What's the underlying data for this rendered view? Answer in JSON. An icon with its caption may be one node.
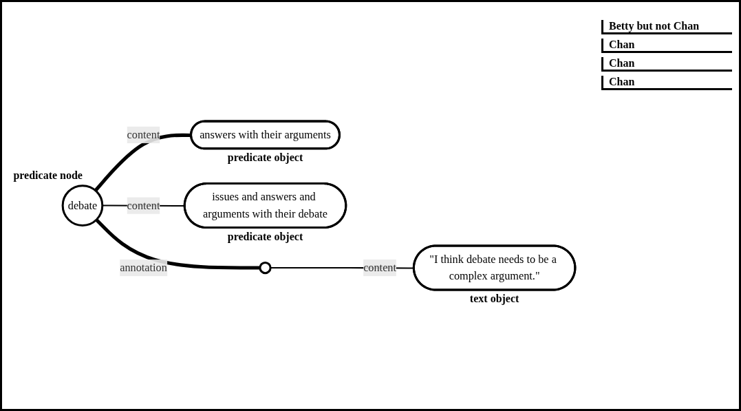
{
  "diagram": {
    "nodes": [
      {
        "text": [
          "debate"
        ],
        "beside": [
          "predicate node"
        ]
      },
      {
        "text": [
          "answers with their arguments"
        ],
        "beside": [
          "predicate object"
        ]
      },
      {
        "text": [
          "issues and answers and arguments with their debate"
        ],
        "beside": [
          "predicate object"
        ]
      },
      {
        "text": [],
        "shape": "circle"
      },
      {
        "text": [
          "\"I think debate needs to be a complex argument.\""
        ],
        "beside": [
          "text object"
        ]
      }
    ],
    "edges": [
      {
        "from": 0,
        "to": 1,
        "arrow": "none",
        "label": "content",
        "style": "thick"
      },
      {
        "from": 0,
        "to": 2,
        "arrow": "none",
        "label": "content"
      },
      {
        "from": 0,
        "to": 3,
        "arrow": "none",
        "label": "annotation",
        "style": "thick"
      },
      {
        "from": 3,
        "to": 4,
        "arrow": "none",
        "label": "content"
      }
    ],
    "labels": [
      "Betty but not Chan",
      "Chan",
      "Chan",
      "Chan"
    ]
  }
}
